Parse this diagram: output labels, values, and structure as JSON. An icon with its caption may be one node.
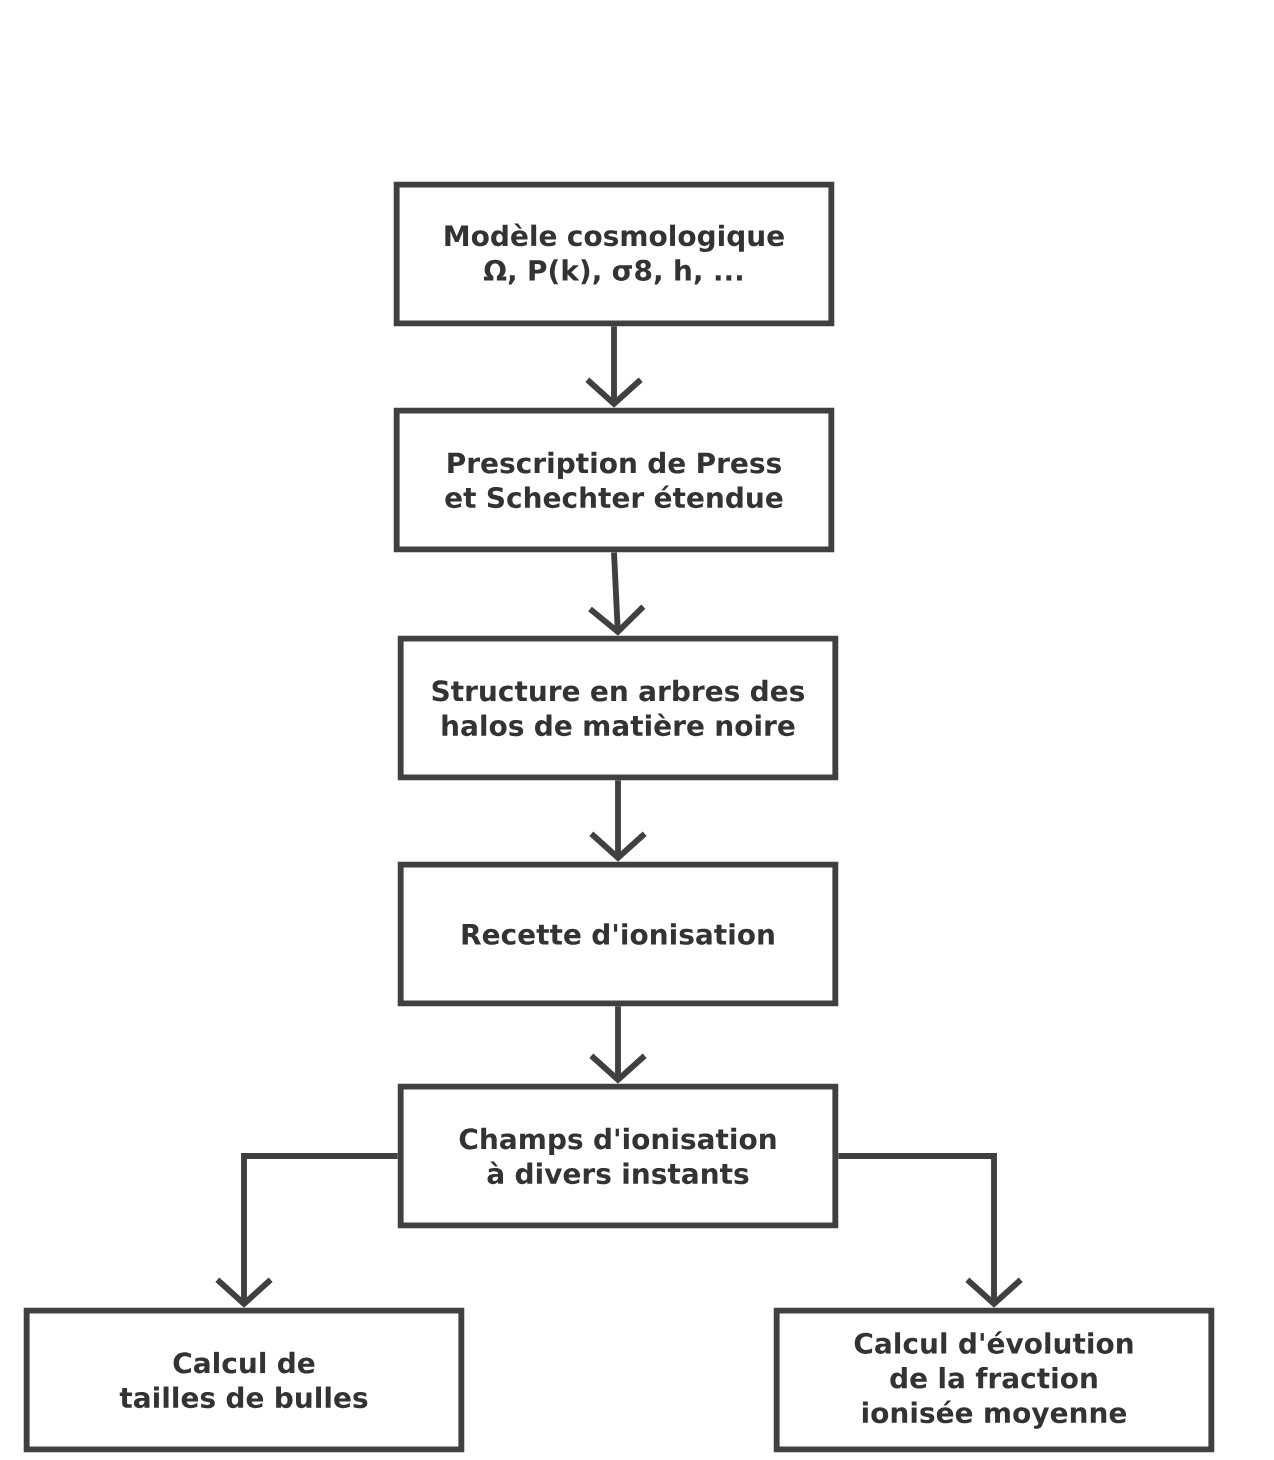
{
  "diagram": {
    "nodes": [
      {
        "text": [
          "Modèle cosmologique Ω, P(k), σ8, h, ..."
        ]
      },
      {
        "text": [
          "Prescription de Press et Schechter étendue"
        ]
      },
      {
        "text": [
          "Structure en arbres des halos de matière noire"
        ]
      },
      {
        "text": [
          "Recette d'ionisation"
        ]
      },
      {
        "text": [
          "Champs d'ionisation à divers instants"
        ]
      },
      {
        "text": [
          "Calcul de tailles de bulles"
        ]
      },
      {
        "text": [
          "Calcul d'évolution de la fraction ionisée moyenne"
        ]
      }
    ],
    "edges": [
      {
        "from": 0,
        "to": 1,
        "arrow": "to"
      },
      {
        "from": 1,
        "to": 2,
        "arrow": "to"
      },
      {
        "from": 2,
        "to": 3,
        "arrow": "to"
      },
      {
        "from": 3,
        "to": 4,
        "arrow": "to"
      },
      {
        "from": 4,
        "to": 5,
        "arrow": "to"
      },
      {
        "from": 4,
        "to": 6,
        "arrow": "to"
      }
    ]
  }
}
